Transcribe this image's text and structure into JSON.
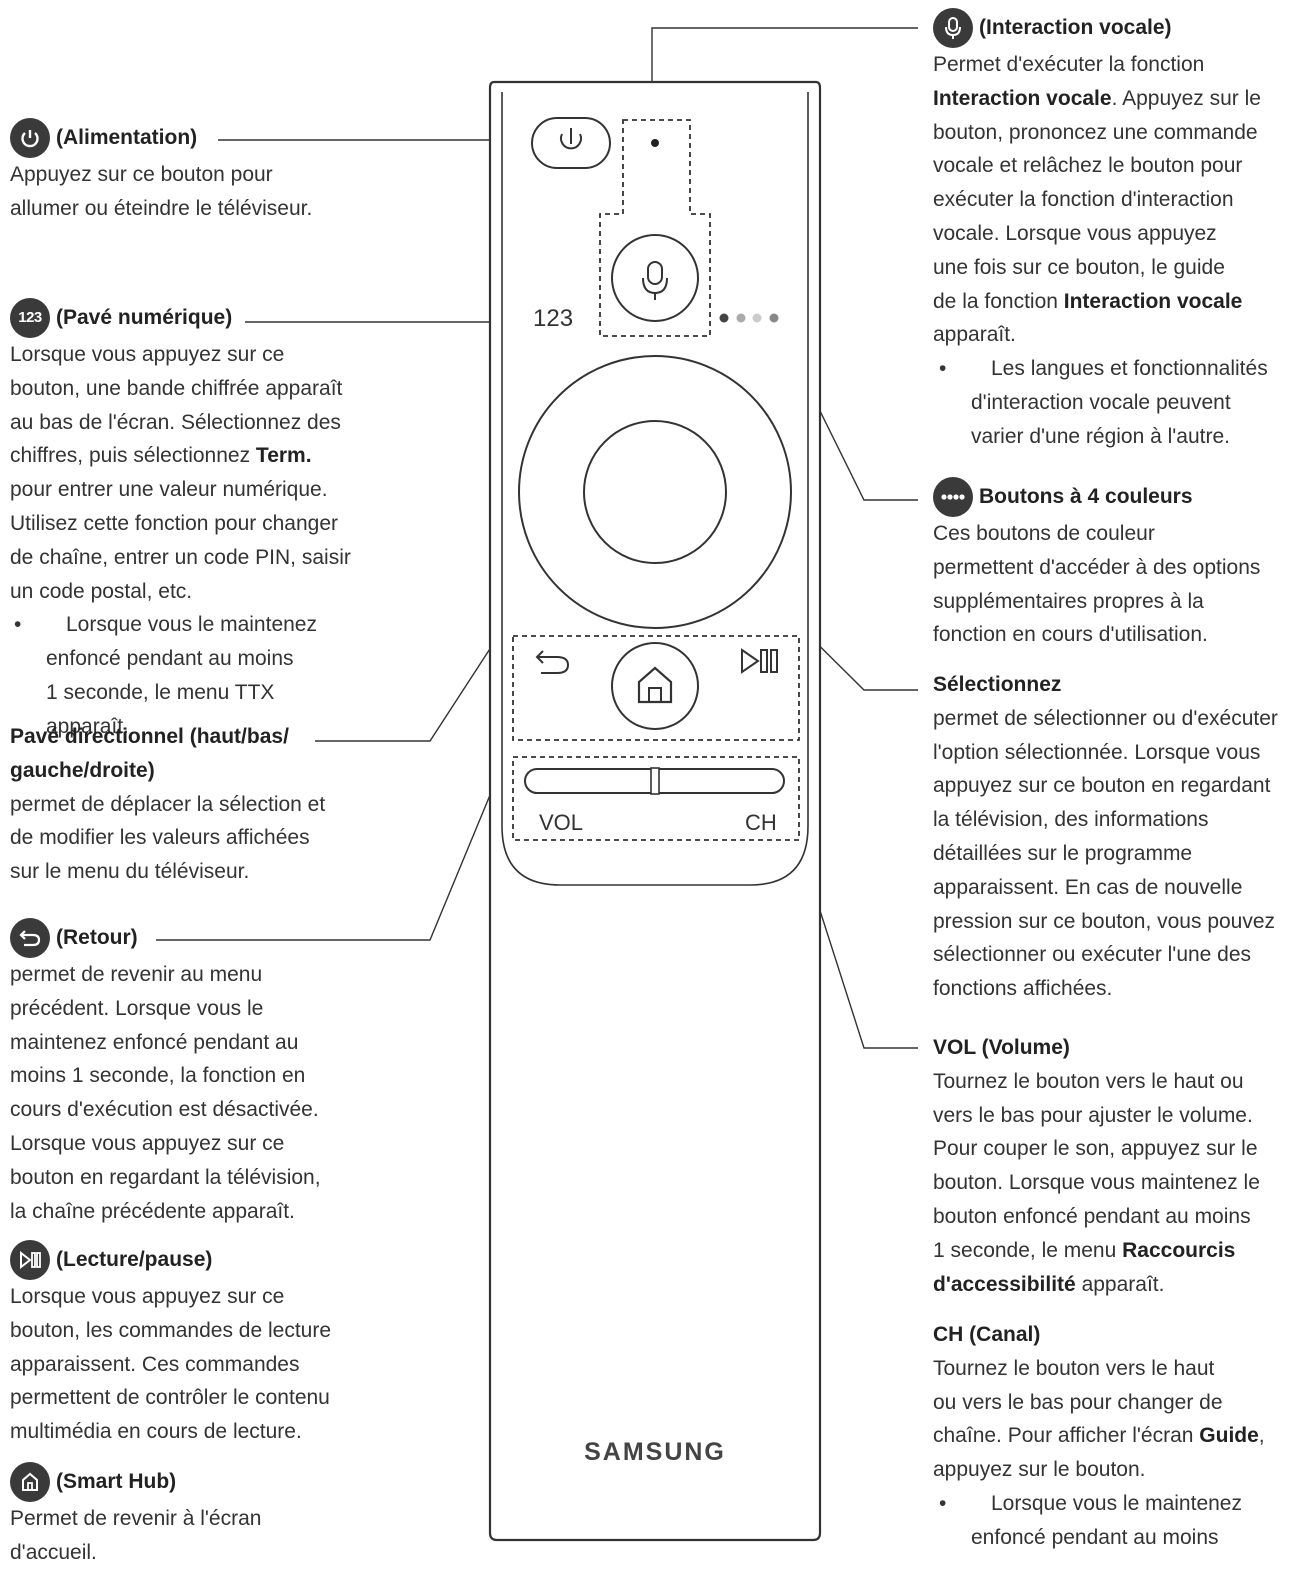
{
  "left": {
    "power": {
      "title": "(Alimentation)",
      "lines": [
        "Appuyez sur ce bouton pour",
        "allumer ou éteindre le téléviseur."
      ]
    },
    "numpad": {
      "badge": "123",
      "title": "(Pavé numérique)",
      "lines": [
        "Lorsque vous appuyez sur ce",
        "bouton, une bande chiffrée apparaît",
        "au bas de l'écran. Sélectionnez des",
        "chiffres, puis sélectionnez ",
        "pour entrer une valeur numérique.",
        "Utilisez cette fonction pour changer",
        "de chaîne, entrer un code PIN, saisir",
        "un code postal, etc."
      ],
      "term": "Term.",
      "bullet": [
        "Lorsque vous le maintenez",
        "enfoncé pendant au moins",
        "1 seconde, le menu TTX apparaît."
      ]
    },
    "dpad": {
      "title_line1": "Pavé directionnel (haut/bas/",
      "title_line2": "gauche/droite)",
      "lines": [
        "permet de déplacer la sélection et",
        "de modifier les valeurs affichées",
        "sur le menu du téléviseur."
      ]
    },
    "back": {
      "title": "(Retour)",
      "lines": [
        "permet de revenir au menu",
        "précédent. Lorsque vous le",
        "maintenez enfoncé pendant au",
        "moins 1 seconde, la fonction en",
        "cours d'exécution est désactivée.",
        "Lorsque vous appuyez sur ce",
        "bouton en regardant la télévision,",
        "la chaîne précédente apparaît."
      ]
    },
    "playpause": {
      "title": "(Lecture/pause)",
      "lines": [
        "Lorsque vous appuyez sur ce",
        "bouton, les commandes de lecture",
        "apparaissent. Ces commandes",
        "permettent de contrôler le contenu",
        "multimédia en cours de lecture."
      ]
    },
    "smarthub": {
      "title": "(Smart Hub)",
      "lines": [
        "Permet de revenir à l'écran",
        "d'accueil."
      ]
    }
  },
  "right": {
    "voice": {
      "title": "(Interaction vocale)",
      "l1": "Permet d'exécuter la fonction",
      "l2_bold": "Interaction vocale",
      "l2_rest": ". Appuyez sur le",
      "l3": "bouton, prononcez une commande",
      "l4": "vocale et relâchez le bouton pour",
      "l5": "exécuter la fonction d'interaction",
      "l6": "vocale. Lorsque vous appuyez",
      "l7": "une fois sur ce bouton, le guide",
      "l8_pre": "de la fonction ",
      "l8_bold": "Interaction vocale",
      "l9": "apparaît.",
      "bullet": [
        "Les langues et fonctionnalités",
        "d'interaction vocale peuvent",
        "varier d'une région à l'autre."
      ]
    },
    "colors": {
      "title": "Boutons à 4 couleurs",
      "lines": [
        "Ces boutons de couleur",
        "permettent d'accéder à des options",
        "supplémentaires propres à la",
        "fonction en cours d'utilisation."
      ]
    },
    "select": {
      "title": "Sélectionnez",
      "lines": [
        "permet de sélectionner ou d'exécuter",
        "l'option sélectionnée. Lorsque vous",
        "appuyez sur ce bouton en regardant",
        "la télévision, des informations",
        "détaillées sur le programme",
        "apparaissent. En cas de nouvelle",
        "pression sur ce bouton, vous pouvez",
        "sélectionner ou exécuter l'une des",
        "fonctions affichées."
      ]
    },
    "vol": {
      "title": "VOL (Volume)",
      "lines": [
        "Tournez le bouton vers le haut ou",
        "vers le bas pour ajuster le volume.",
        "Pour couper le son, appuyez sur le",
        "bouton. Lorsque vous maintenez le",
        "bouton enfoncé pendant au moins"
      ],
      "l6_pre": "1 seconde, le menu ",
      "l6_bold": "Raccourcis",
      "l7_bold": "d'accessibilité",
      "l7_rest": " apparaît."
    },
    "ch": {
      "title": "CH (Canal)",
      "l1": "Tournez le bouton vers le haut",
      "l2": "ou vers le bas pour changer de",
      "l3_pre": "chaîne. Pour afficher l'écran ",
      "l3_bold": "Guide",
      "l3_rest": ",",
      "l4": "appuyez sur le bouton.",
      "bullet": [
        "Lorsque vous le maintenez",
        "enfoncé pendant au moins"
      ]
    }
  },
  "remote": {
    "numpad_label": "123",
    "vol_label": "VOL",
    "ch_label": "CH",
    "brand": "SAMSUNG"
  },
  "icons": [
    "power-icon",
    "microphone-icon",
    "return-icon",
    "home-icon",
    "play-pause-icon",
    "color-dots-icon"
  ]
}
